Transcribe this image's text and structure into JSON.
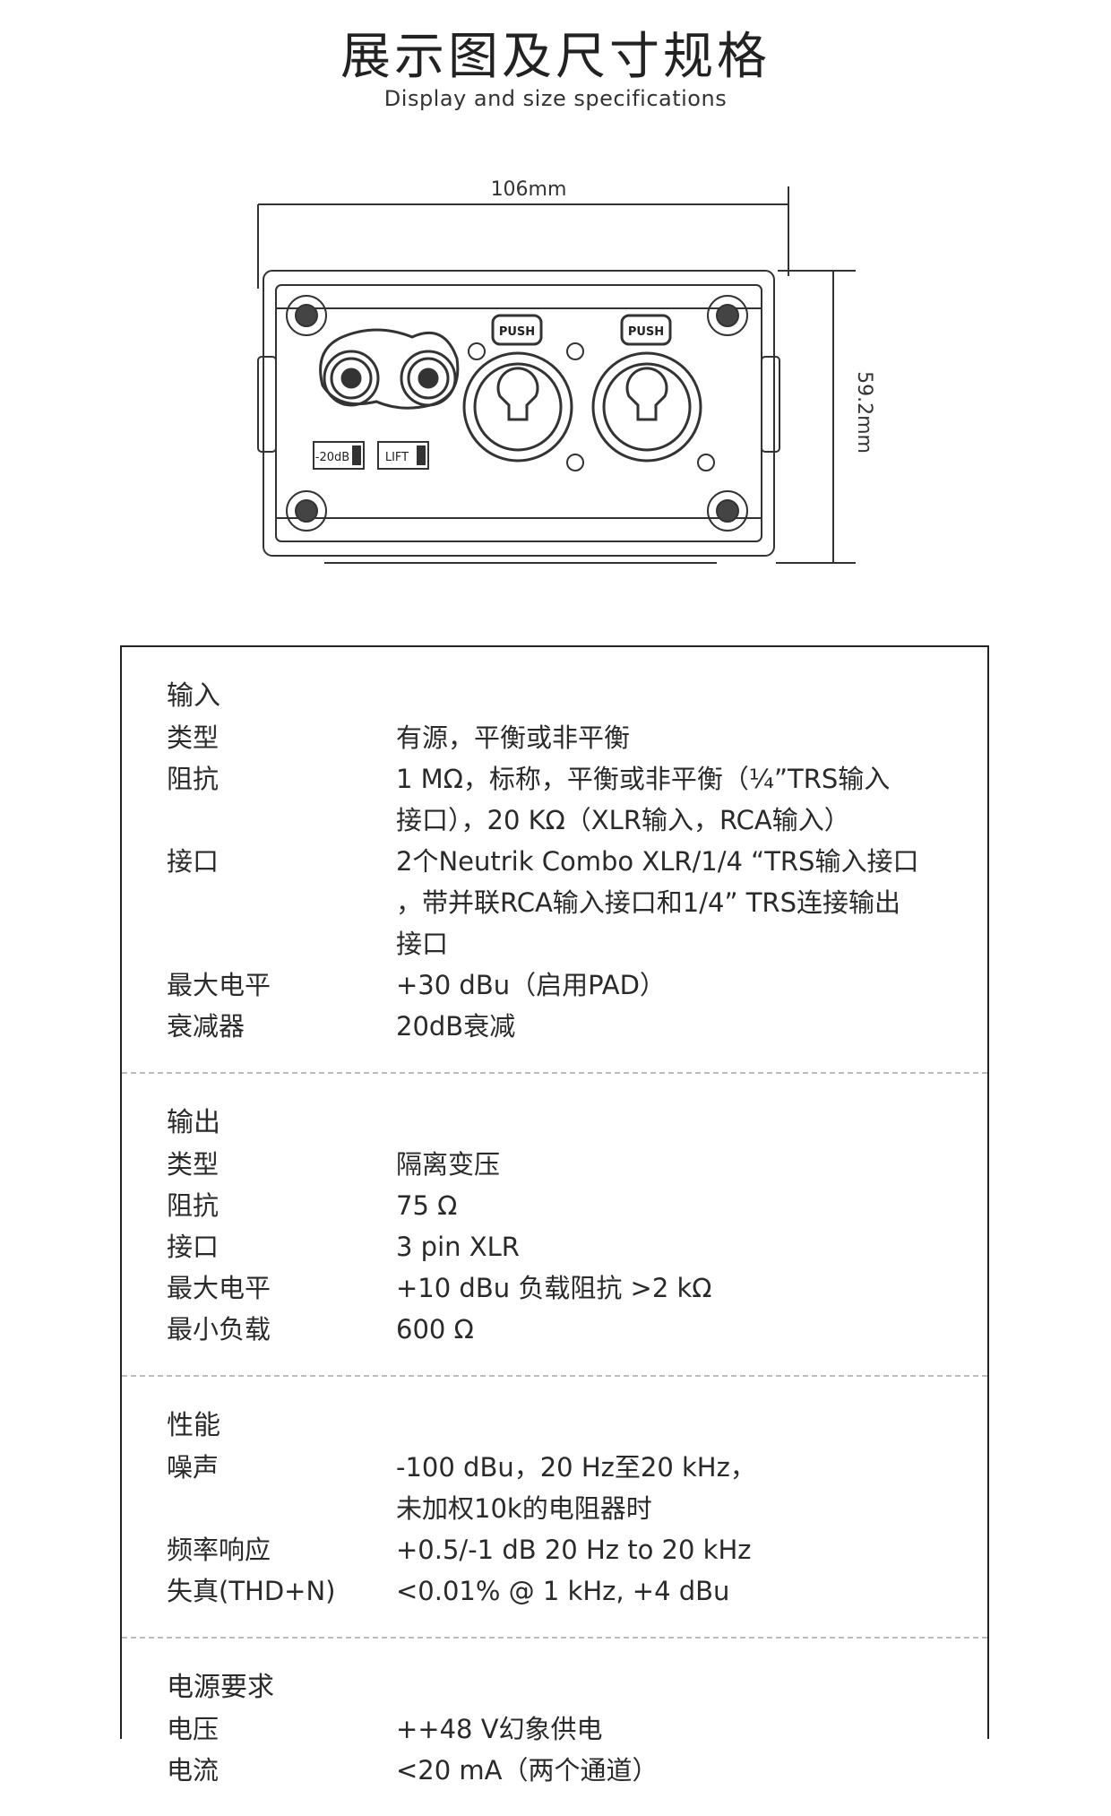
{
  "header": {
    "title": "展示图及尺寸规格",
    "subtitle": "Display and size specifications"
  },
  "diagram": {
    "width_label": "106mm",
    "height_label": "59.2mm",
    "push_label": "PUSH",
    "pad_label": "-20dB",
    "lift_label": "LIFT"
  },
  "specs": {
    "input": {
      "title": "输入",
      "rows": [
        {
          "k": "类型",
          "v": "有源，平衡或非平衡"
        },
        {
          "k": "阻抗",
          "v": "1 MΩ，标称，平衡或非平衡（¼”TRS输入\n接口），20 KΩ（XLR输入，RCA输入）"
        },
        {
          "k": "接口",
          "v": "2个Neutrik Combo XLR/1/4 “TRS输入接口\n，带并联RCA输入接口和1/4” TRS连接输出\n接口"
        },
        {
          "k": "最大电平",
          "v": "+30 dBu（启用PAD）"
        },
        {
          "k": "衰减器",
          "v": "20dB衰减"
        }
      ]
    },
    "output": {
      "title": "输出",
      "rows": [
        {
          "k": "类型",
          "v": "隔离变压"
        },
        {
          "k": "阻抗",
          "v": "75 Ω"
        },
        {
          "k": "接口",
          "v": "3 pin XLR"
        },
        {
          "k": "最大电平",
          "v": "+10 dBu 负载阻抗 >2 kΩ"
        },
        {
          "k": "最小负载",
          "v": "600 Ω"
        }
      ]
    },
    "performance": {
      "title": "性能",
      "rows": [
        {
          "k": "噪声",
          "v": "-100 dBu，20 Hz至20 kHz，\n未加权10k的电阻器时"
        },
        {
          "k": "频率响应",
          "v": "+0.5/-1 dB 20 Hz to 20 kHz"
        },
        {
          "k": "失真(THD+N)",
          "v": "<0.01% @ 1 kHz, +4 dBu"
        }
      ]
    },
    "power": {
      "title": "电源要求",
      "rows": [
        {
          "k": "电压",
          "v": "++48 V幻象供电"
        },
        {
          "k": "电流",
          "v": "<20 mA（两个通道）"
        }
      ]
    }
  }
}
